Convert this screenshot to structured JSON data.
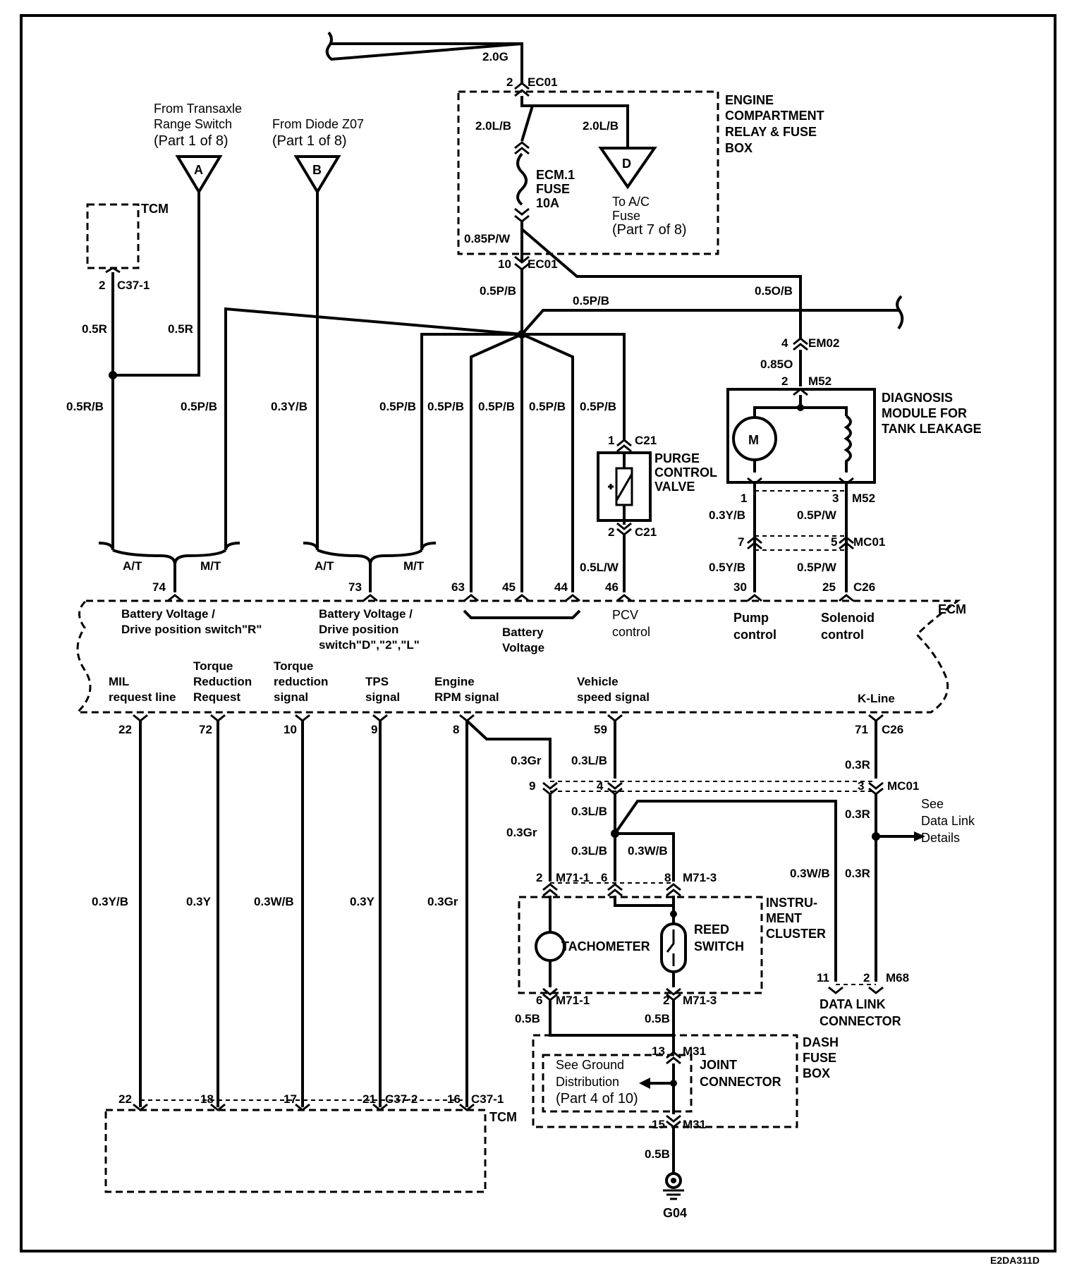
{
  "title_code": "E2DA311D",
  "units": {
    "ecm": "ECM",
    "tcm_top": "TCM",
    "tcm_bottom": "TCM",
    "fuse_box": [
      "ENGINE",
      "COMPARTMENT",
      "RELAY & FUSE",
      "BOX"
    ],
    "diag_module": [
      "DIAGNOSIS",
      "MODULE FOR",
      "TANK LEAKAGE"
    ],
    "purge_valve": [
      "PURGE",
      "CONTROL",
      "VALVE"
    ],
    "cluster": [
      "INSTRU-",
      "MENT",
      "CLUSTER"
    ],
    "dash_box": [
      "DASH",
      "FUSE",
      "BOX"
    ],
    "joint": [
      "JOINT",
      "CONNECTOR"
    ],
    "dlc": [
      "DATA LINK",
      "CONNECTOR"
    ],
    "tachometer": "TACHOMETER",
    "reed": [
      "REED",
      "SWITCH"
    ],
    "fuse": [
      "ECM.1",
      "FUSE",
      "10A"
    ],
    "ground": "G04"
  },
  "refs": {
    "a_label": "A",
    "a_from": [
      "From Transaxle",
      "Range Switch",
      "(Part 1 of 8)"
    ],
    "b_label": "B",
    "b_from": [
      "From Diode Z07",
      "(Part 1 of 8)"
    ],
    "d_label": "D",
    "d_to": [
      "To A/C",
      "Fuse",
      "(Part 7 of 8)"
    ],
    "see_dlc": [
      "See",
      "Data Link",
      "Details"
    ],
    "see_ground": [
      "See Ground",
      "Distribution",
      "(Part 4 of 10)"
    ]
  },
  "wires": {
    "w20g": "2.0G",
    "w20lb1": "2.0L/B",
    "w20lb2": "2.0L/B",
    "w085pw": "0.85P/W",
    "w05pb_a": "0.5P/B",
    "w05pb_b": "0.5P/B",
    "w05ob": "0.5O/B",
    "w085o": "0.85O",
    "w05r1": "0.5R",
    "w05r2": "0.5R",
    "w05rb": "0.5R/B",
    "w05pb1": "0.5P/B",
    "w03yb1": "0.3Y/B",
    "w05pb2": "0.5P/B",
    "w05pb3": "0.5P/B",
    "w05pb4": "0.5P/B",
    "w05pb5": "0.5P/B",
    "w05pb6": "0.5P/B",
    "w05lw": "0.5L/W",
    "w03yb_p": "0.3Y/B",
    "w05pw_p": "0.5P/W",
    "w05yb_p": "0.5Y/B",
    "w05pw_p2": "0.5P/W",
    "w03gr1": "0.3Gr",
    "w03lb1": "0.3L/B",
    "w03r1": "0.3R",
    "w03gr2": "0.3Gr",
    "w03lb2": "0.3L/B",
    "w03lb3": "0.3L/B",
    "w03wb1": "0.3W/B",
    "w03r2": "0.3R",
    "w03wb2": "0.3W/B",
    "w03r3": "0.3R",
    "w03yb_b": "0.3Y/B",
    "w03y1": "0.3Y",
    "w03wb_b": "0.3W/B",
    "w03y2": "0.3Y",
    "w03gr_b": "0.3Gr",
    "w05b1": "0.5B",
    "w05b2": "0.5B",
    "w05b3": "0.5B"
  },
  "connectors": {
    "ec01a": "EC01",
    "ec01b": "EC01",
    "c37_1a": "C37-1",
    "em02": "EM02",
    "m52a": "M52",
    "m52b": "M52",
    "c21a": "C21",
    "c21b": "C21",
    "mc01a": "MC01",
    "c26a": "C26",
    "c26b": "C26",
    "mc01b": "MC01",
    "m71_1a": "M71-1",
    "m71_3a": "M71-3",
    "m71_1b": "M71-1",
    "m71_3b": "M71-3",
    "m68": "M68",
    "m31a": "M31",
    "m31b": "M31",
    "c37_2": "C37-2",
    "c37_1b": "C37-1"
  },
  "pins": {
    "p2_ec01": "2",
    "p10_ec01": "10",
    "p2_c37": "2",
    "p4_em02": "4",
    "p2_m52": "2",
    "p1_c21": "1",
    "p2_c21": "2",
    "p1_m52": "1",
    "p3_m52": "3",
    "p7_mc01": "7",
    "p5_mc01": "5",
    "p74": "74",
    "p73": "73",
    "p63": "63",
    "p45": "45",
    "p44": "44",
    "p46": "46",
    "p30": "30",
    "p25": "25",
    "p22": "22",
    "p72": "72",
    "p10": "10",
    "p9": "9",
    "p8": "8",
    "p59": "59",
    "p71": "71",
    "p9_mc": "9",
    "p4_mc": "4",
    "p3_mc": "3",
    "p2_m71": "2",
    "p6_m71": "6",
    "p8_m71": "8",
    "p6_m71b": "6",
    "p2_m71b": "2",
    "p11_dlc": "11",
    "p2_dlc": "2",
    "p13_m31": "13",
    "p15_m31": "15",
    "t22": "22",
    "t18": "18",
    "t17": "17",
    "t21": "21",
    "t16": "16"
  },
  "ecm_labels": {
    "at1": "A/T",
    "mt1": "M/T",
    "at2": "A/T",
    "mt2": "M/T",
    "bv_r": [
      "Battery Voltage /",
      "Drive position switch\"R\""
    ],
    "bv_d": [
      "Battery Voltage /",
      "Drive position",
      "switch\"D\",\"2\",\"L\""
    ],
    "bv": [
      "Battery",
      "Voltage"
    ],
    "pcv": [
      "PCV",
      "control"
    ],
    "pump": [
      "Pump",
      "control"
    ],
    "sol": [
      "Solenoid",
      "control"
    ],
    "mil": [
      "MIL",
      "request line"
    ],
    "trr": [
      "Torque",
      "Reduction",
      "Request"
    ],
    "trs": [
      "Torque",
      "reduction",
      "signal"
    ],
    "tps": [
      "TPS",
      "signal"
    ],
    "rpm": [
      "Engine",
      "RPM signal"
    ],
    "vss": [
      "Vehicle",
      "speed signal"
    ],
    "kline": "K-Line"
  },
  "motor_label": "M"
}
